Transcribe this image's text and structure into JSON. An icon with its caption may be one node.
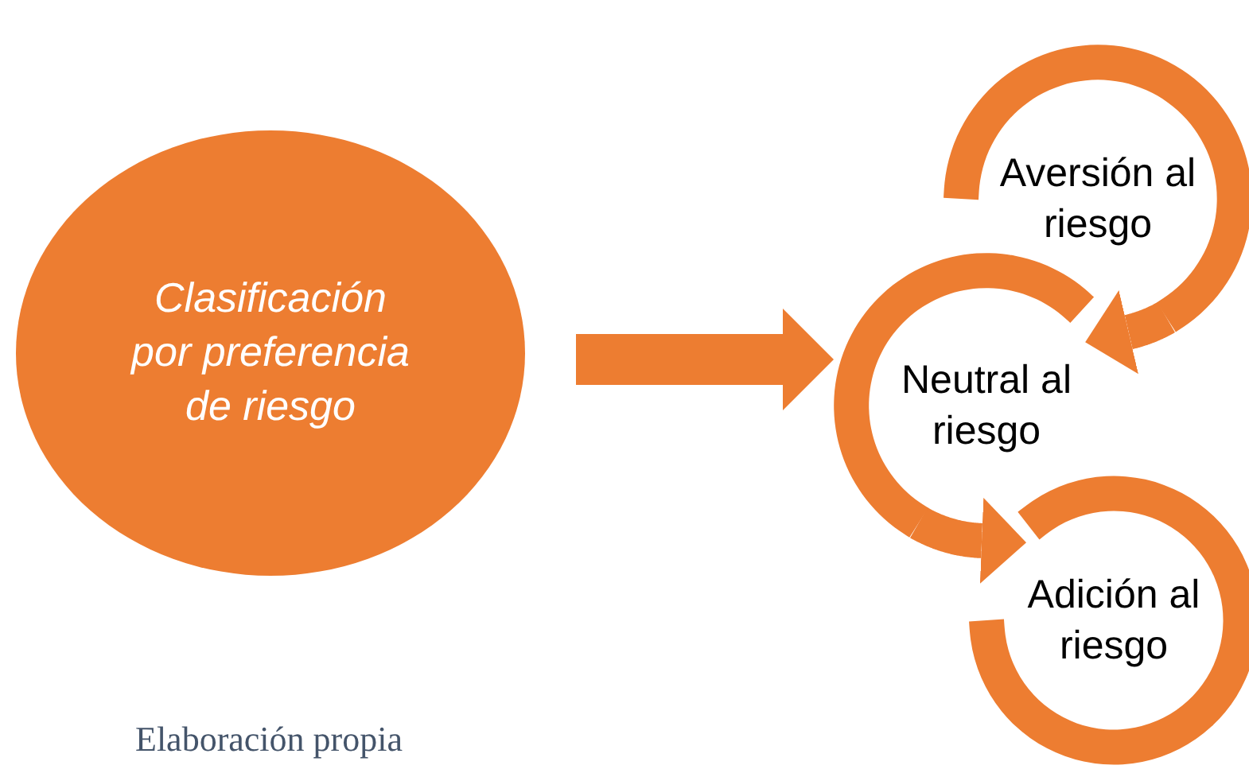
{
  "diagram": {
    "nodes": [
      {
        "text": [
          "Clasificación por preferencia de riesgo"
        ]
      },
      {
        "text": [
          "Aversión al riesgo"
        ]
      },
      {
        "text": [
          "Neutral al riesgo"
        ]
      },
      {
        "text": [
          "Adición al riesgo"
        ]
      }
    ],
    "edges": [
      {
        "from": 0,
        "to": 2,
        "arrow": "to"
      },
      {
        "from": 1,
        "to": 2,
        "arrow": "to"
      },
      {
        "from": 2,
        "to": 3,
        "arrow": "to"
      }
    ],
    "labels": [
      "Elaboración propia"
    ]
  }
}
